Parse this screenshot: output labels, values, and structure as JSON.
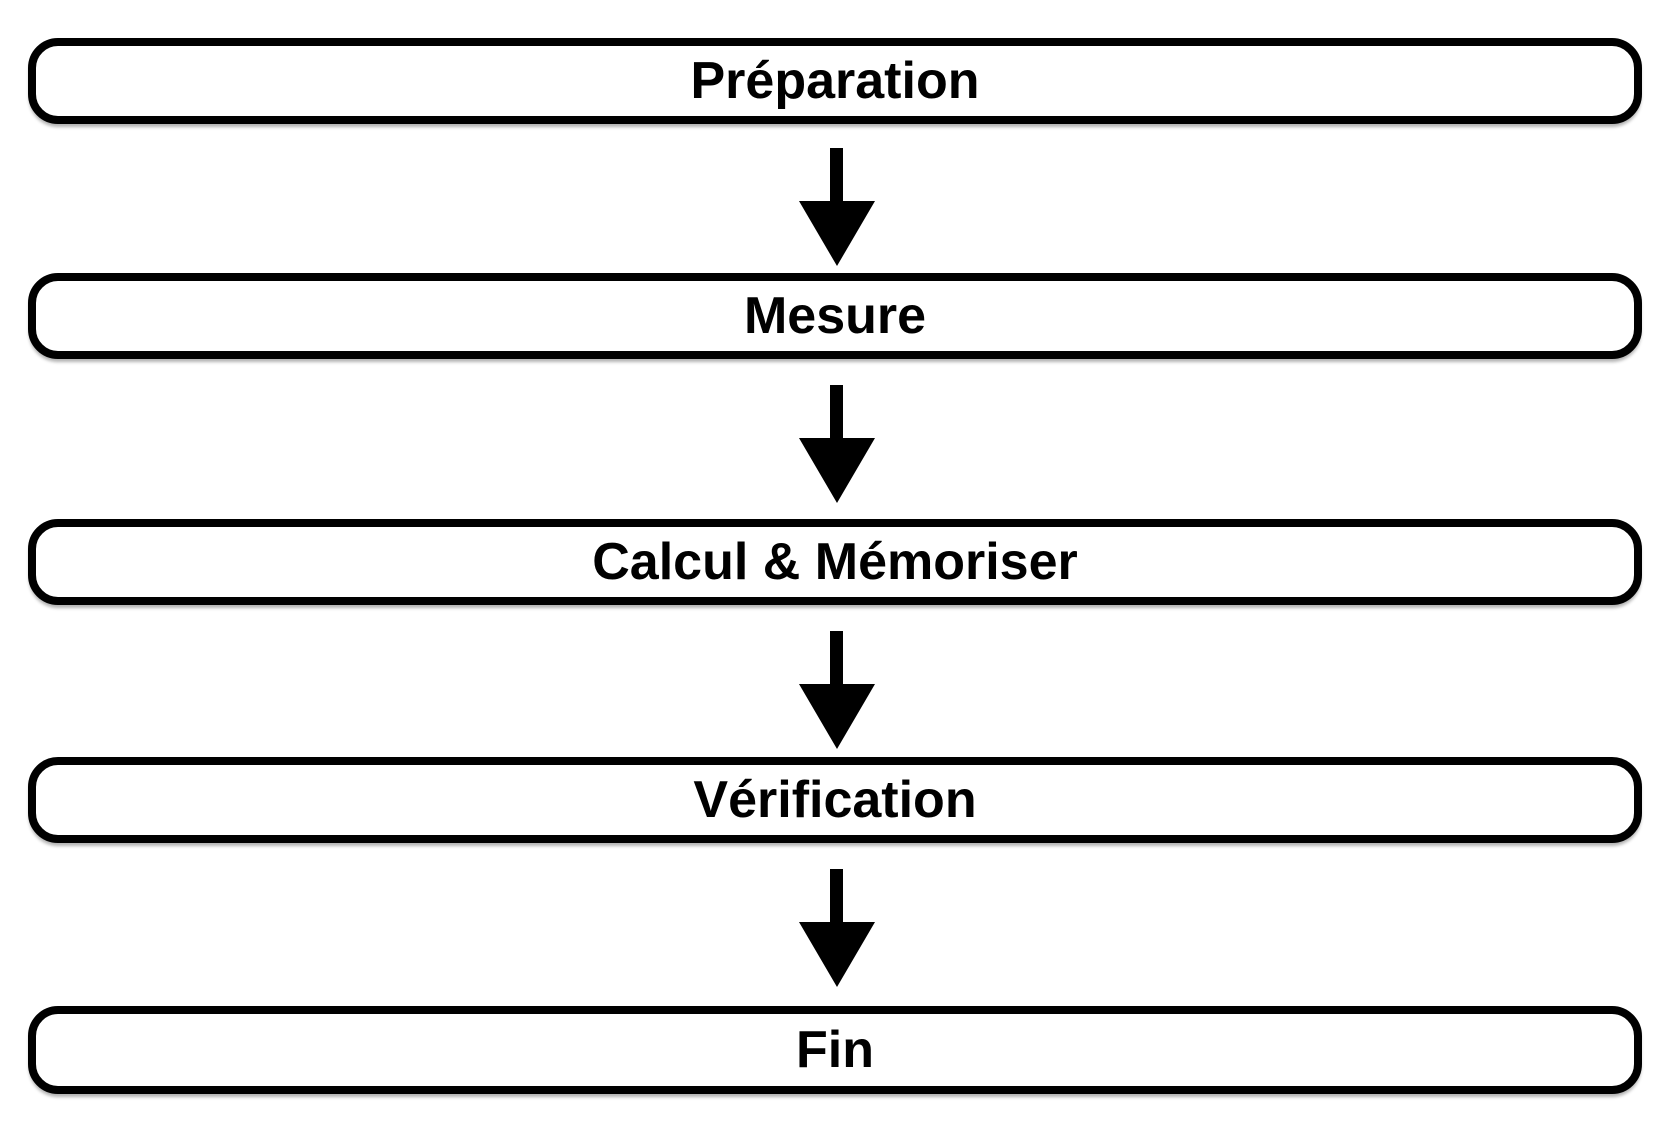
{
  "diagram": {
    "type": "flowchart",
    "direction": "top-to-bottom",
    "colors": {
      "background": "#ffffff",
      "node_fill": "#ffffff",
      "node_border": "#000000",
      "text": "#000000",
      "arrow": "#000000"
    },
    "nodes": [
      {
        "id": "preparation",
        "label": "Préparation"
      },
      {
        "id": "mesure",
        "label": "Mesure"
      },
      {
        "id": "calcul-memoriser",
        "label": "Calcul & Mémoriser"
      },
      {
        "id": "verification",
        "label": "Vérification"
      },
      {
        "id": "fin",
        "label": "Fin"
      }
    ],
    "connections": [
      {
        "from": "preparation",
        "to": "mesure",
        "icon": "arrow-down-icon"
      },
      {
        "from": "mesure",
        "to": "calcul-memoriser",
        "icon": "arrow-down-icon"
      },
      {
        "from": "calcul-memoriser",
        "to": "verification",
        "icon": "arrow-down-icon"
      },
      {
        "from": "verification",
        "to": "fin",
        "icon": "arrow-down-icon"
      }
    ]
  }
}
